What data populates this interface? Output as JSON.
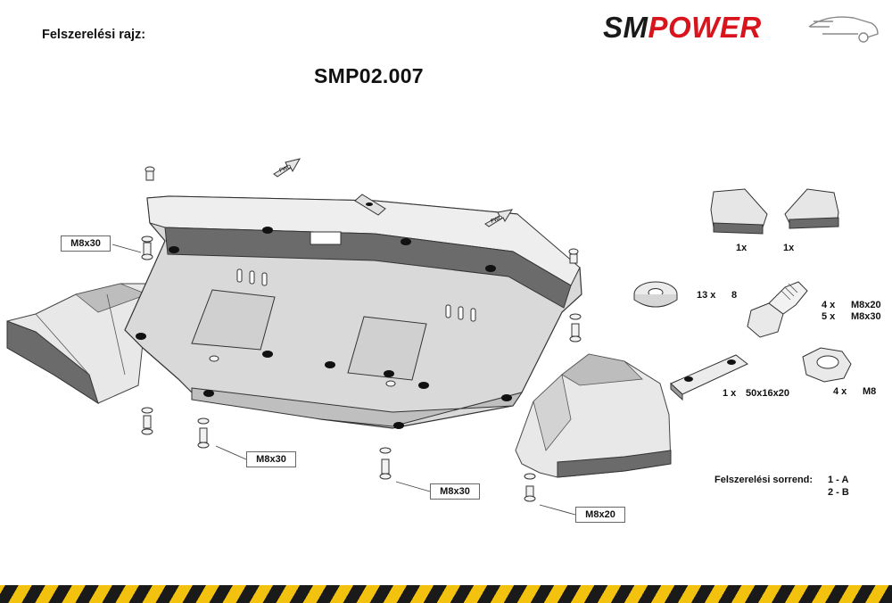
{
  "header": {
    "title": "Felszerelési rajz:",
    "part_number": "SMP02.007"
  },
  "logo": {
    "sm": "SM",
    "power": "POWER",
    "brand_color": "#d8141c"
  },
  "callouts": {
    "left_bolt": "M8x30",
    "bottom_left_bolt": "M8x30",
    "bottom_center_bolt": "M8x30",
    "bottom_right_bolt": "M8x20"
  },
  "arrows": {
    "fwd": "FWD"
  },
  "parts_list": {
    "deflector_left_qty": "1x",
    "deflector_right_qty": "1x",
    "washer_qty": "13 x",
    "washer_size": "8",
    "bolt_qty_1": "4 x",
    "bolt_size_1": "M8x20",
    "bolt_qty_2": "5 x",
    "bolt_size_2": "M8x30",
    "plate_qty": "1 x",
    "plate_size": "50x16x20",
    "nut_qty": "4 x",
    "nut_size": "M8"
  },
  "install_order": {
    "label": "Felszerelési sorrend:",
    "step1": "1 - A",
    "step2": "2 - B"
  },
  "colors": {
    "stripe_yellow": "#f2c20e",
    "stripe_black": "#1a1a1a",
    "plate_fill": "#d9d9d9",
    "band_fill": "#6b6b6b"
  }
}
